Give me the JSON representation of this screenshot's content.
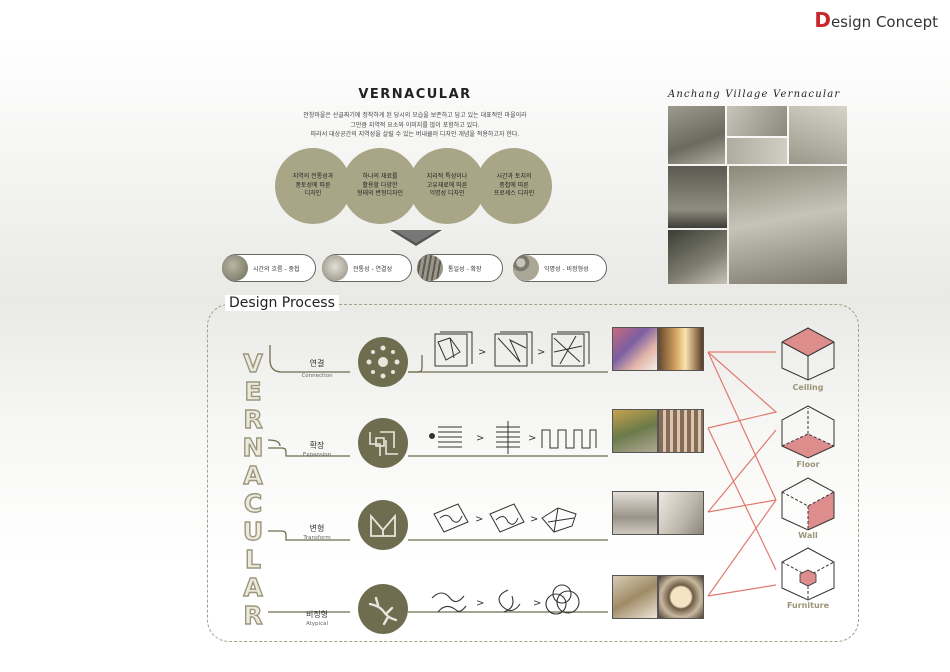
{
  "header": {
    "title_first_letter": "D",
    "title_rest": "esign Concept"
  },
  "vernacular": {
    "title": "VERNACULAR",
    "intro_lines": [
      "안창마을은 산골짜기에 정착하게 된 당시의 모습을 보존하고 담고 있는 대표적인 마을이라",
      "그만큼 지역적 요소와 이미지를 많이 포함하고 있다.",
      "따라서 대상공간의 지역성을 살릴 수 있는 버내큘러 디자인 개념을 적용하고자 한다."
    ],
    "circles": [
      {
        "lines": [
          "지역의 전통성과",
          "풍토성에 따른",
          "디자인"
        ]
      },
      {
        "lines": [
          "하나의 재료를",
          "활용할 다양한",
          "형태의 변형디자인"
        ]
      },
      {
        "lines": [
          "지리적 특성이나",
          "고유재료에 따른",
          "익명성 디자인"
        ]
      },
      {
        "lines": [
          "시간과 토지의",
          "중첩에 따른",
          "프로세스 디자인"
        ]
      }
    ],
    "pills": [
      {
        "label": "시간의 흐름 - 중첩"
      },
      {
        "label": "전통성 - 연결성"
      },
      {
        "label": "통일성 - 확장"
      },
      {
        "label": "익명성 - 비정형성"
      }
    ]
  },
  "anchang": {
    "title": "Anchang Village Vernacular"
  },
  "process": {
    "title": "Design Process",
    "vertical_letters": [
      "V",
      "E",
      "R",
      "N",
      "A",
      "C",
      "U",
      "L",
      "A",
      "R"
    ],
    "rows": [
      {
        "ko": "연결",
        "en": "Connection"
      },
      {
        "ko": "확장",
        "en": "Expansion"
      },
      {
        "ko": "변형",
        "en": "Transform"
      },
      {
        "ko": "비정형",
        "en": "Atypical"
      }
    ],
    "outputs": [
      "Ceiling",
      "Floor",
      "Wall",
      "Furniture"
    ],
    "arrow_glyph": ">"
  },
  "colors": {
    "accent_red": "#c8272d",
    "olive": "#6f6d4f",
    "circle_olive": "#a9a687",
    "cube_fill": "#de8d8d",
    "link_line": "#e07a6e"
  }
}
